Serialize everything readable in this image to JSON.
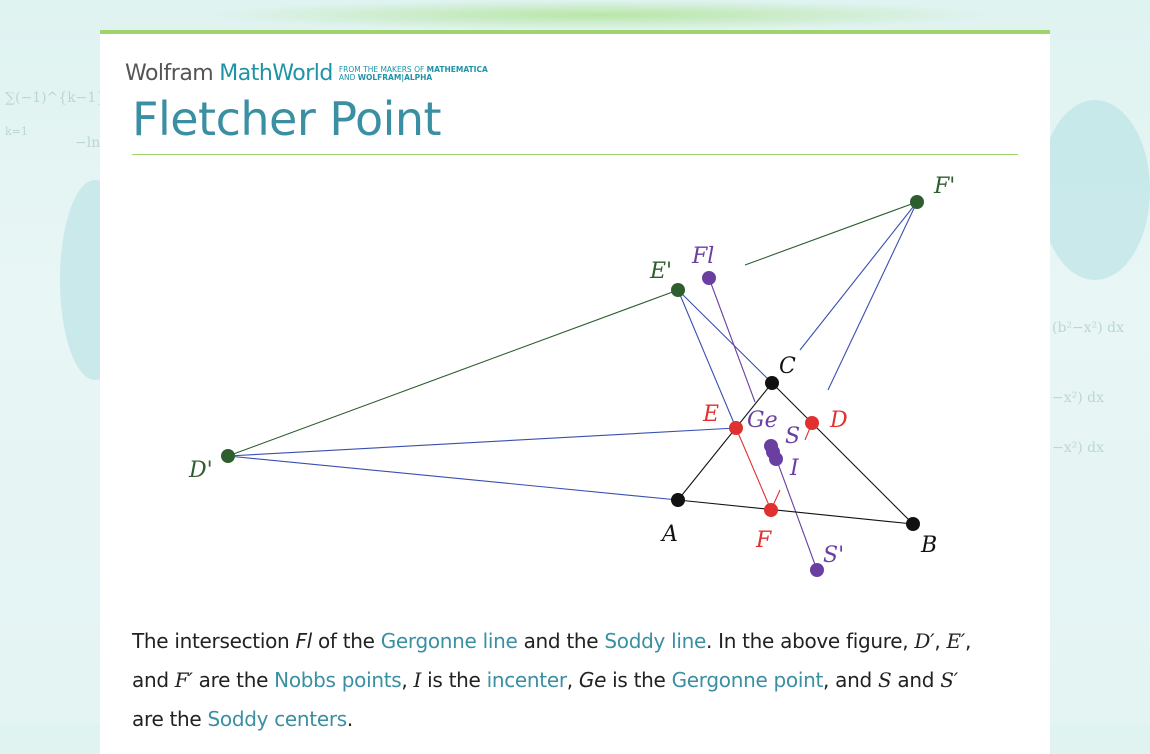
{
  "header": {
    "logo_wolfram": "Wolfram",
    "logo_mathworld": "MathWorld",
    "tagline_1": "FROM THE MAKERS OF ",
    "tagline_1b": "MATHEMATICA",
    "tagline_2": "AND ",
    "tagline_2b": "WOLFRAM|ALPHA"
  },
  "page_title": "Fletcher Point",
  "figure": {
    "labels": {
      "Fp": "F'",
      "Ep": "E'",
      "Fl": "Fl",
      "C": "C",
      "E": "E",
      "Ge": "Ge",
      "D": "D",
      "S": "S",
      "I": "I",
      "Dp": "D'",
      "A": "A",
      "F": "F",
      "B": "B",
      "Sp": "S'"
    },
    "colors": {
      "black": "#111111",
      "red": "#e03030",
      "purple": "#6a3fa0",
      "green": "#2e5e2e",
      "blue": "#3a4fb0"
    }
  },
  "body": {
    "s1": "The intersection ",
    "fl": "Fl",
    "s2": " of the ",
    "link_gergonne_line": "Gergonne line",
    "s3": " and the ",
    "link_soddy_line": "Soddy line",
    "s4": ". In the above figure, ",
    "dp": "D′",
    "c1": ", ",
    "ep": "E′",
    "c2": ",",
    "s5": "and ",
    "fp": "F′",
    "s6": " are the ",
    "link_nobbs": "Nobbs points",
    "c3": ", ",
    "i": "I",
    "s7": " is the ",
    "link_incenter": "incenter",
    "c4": ", ",
    "ge": "Ge",
    "s8": " is the ",
    "link_gergonne_point": "Gergonne point",
    "s9": ", and ",
    "s": "S",
    "s10": " and ",
    "sp": "S′",
    "s11": "are the ",
    "link_soddy_centers": "Soddy centers",
    "s12": "."
  },
  "background_math": [
    "∑(−1)^{k−1}",
    "k=1",
    "−ln",
    "(b²−x²) dx",
    "−x²) dx",
    "−x²) dx"
  ]
}
